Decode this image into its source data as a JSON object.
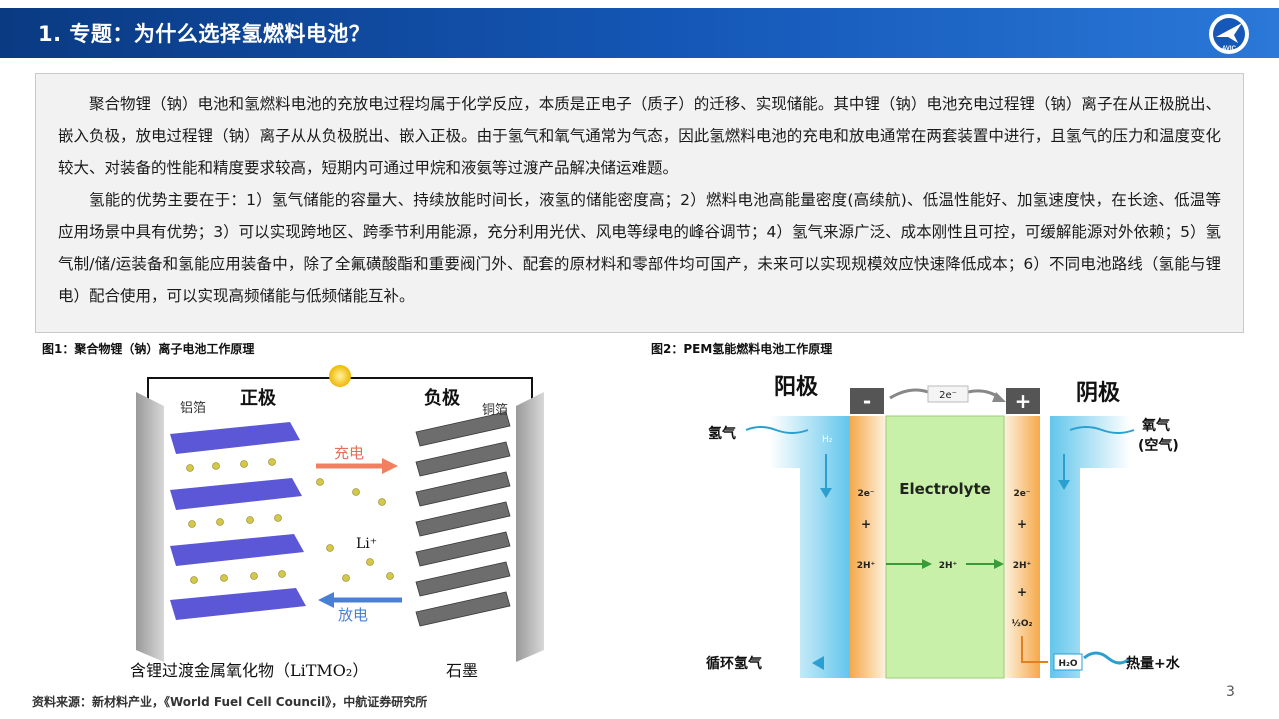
{
  "header": {
    "title": "1. 专题：为什么选择氢燃料电池？",
    "logo_text": "AVIC"
  },
  "body": {
    "paragraph1": "聚合物锂（钠）电池和氢燃料电池的充放电过程均属于化学反应，本质是正电子（质子）的迁移、实现储能。其中锂（钠）电池充电过程锂（钠）离子在从正极脱出、嵌入负极，放电过程锂（钠）离子从从负极脱出、嵌入正极。由于氢气和氧气通常为气态，因此氢燃料电池的充电和放电通常在两套装置中进行，且氢气的压力和温度变化较大、对装备的性能和精度要求较高，短期内可通过甲烷和液氨等过渡产品解决储运难题。",
    "paragraph2": "氢能的优势主要在于：1）氢气储能的容量大、持续放能时间长，液氢的储能密度高；2）燃料电池高能量密度(高续航)、低温性能好、加氢速度快，在长途、低温等应用场景中具有优势；3）可以实现跨地区、跨季节利用能源，充分利用光伏、风电等绿电的峰谷调节；4）氢气来源广泛、成本刚性且可控，可缓解能源对外依赖；5）氢气制/储/运装备和氢能应用装备中，除了全氟磺酸酯和重要阀门外、配套的原材料和零部件均可国产，未来可以实现规模效应快速降低成本；6）不同电池路线（氢能与锂电）配合使用，可以实现高频储能与低频储能互补。"
  },
  "figure1": {
    "caption": "图1：聚合物锂（钠）离子电池工作原理",
    "positive_label": "正极",
    "negative_label": "负极",
    "al_foil": "铝箔",
    "cu_foil": "铜箔",
    "charge": "充电",
    "discharge": "放电",
    "ion": "Li⁺",
    "cathode_material": "含锂过渡金属氧化物（LiTMO₂）",
    "anode_material": "石墨"
  },
  "figure2": {
    "caption": "图2：PEM氢能燃料电池工作原理",
    "anode": "阳极",
    "cathode": "阴极",
    "minus": "-",
    "plus": "+",
    "electron_top": "2e⁻",
    "hydrogen_in": "氢气",
    "oxygen_in": "氧气",
    "oxygen_air": "(空气)",
    "h2": "H₂",
    "electrolyte": "Electrolyte",
    "left_2e": "2e⁻",
    "left_plus": "+",
    "left_2h": "2H⁺",
    "mid_2h": "2H⁺",
    "right_2e": "2e⁻",
    "right_plus1": "+",
    "right_2h": "2H⁺",
    "right_plus2": "+",
    "half_o2": "½O₂",
    "recycle": "循环氢气",
    "h2o": "H₂O",
    "heat_water": "热量+水"
  },
  "footer": {
    "source": "资料来源：新材料产业，《World Fuel Cell Council》，中航证券研究所",
    "page": "3"
  }
}
